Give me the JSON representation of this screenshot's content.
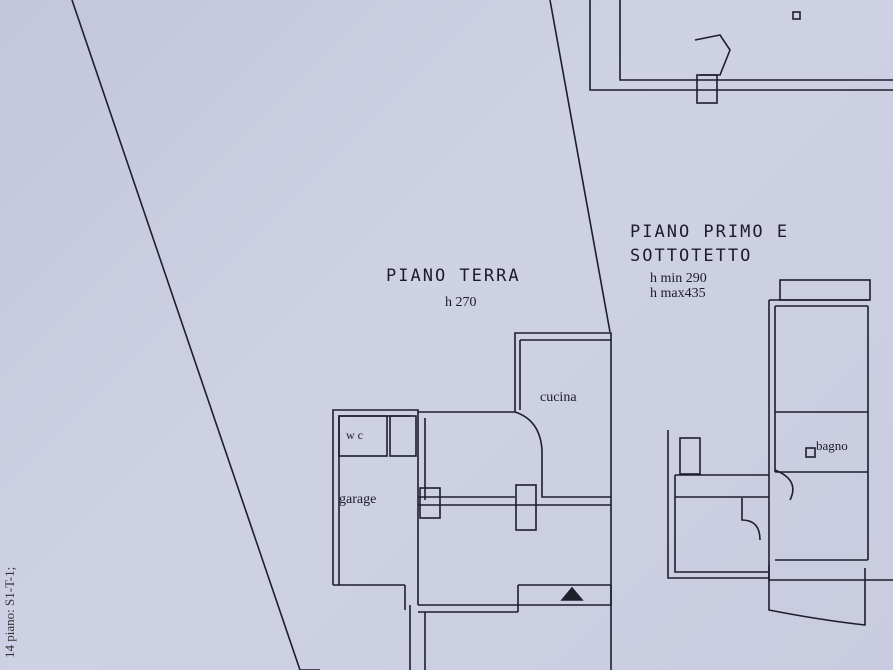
{
  "ground_floor": {
    "title": "PIANO TERRA",
    "height": "h 270",
    "rooms": {
      "kitchen": "cucina",
      "wc": "w c",
      "garage": "garage"
    }
  },
  "first_floor": {
    "title_line1": "PIANO PRIMO E",
    "title_line2": "SOTTOTETTO",
    "h_min": "h min 290",
    "h_max": "h max435",
    "rooms": {
      "bathroom": "bagno"
    }
  },
  "margin_note": "14 piano: S1-T-1;"
}
